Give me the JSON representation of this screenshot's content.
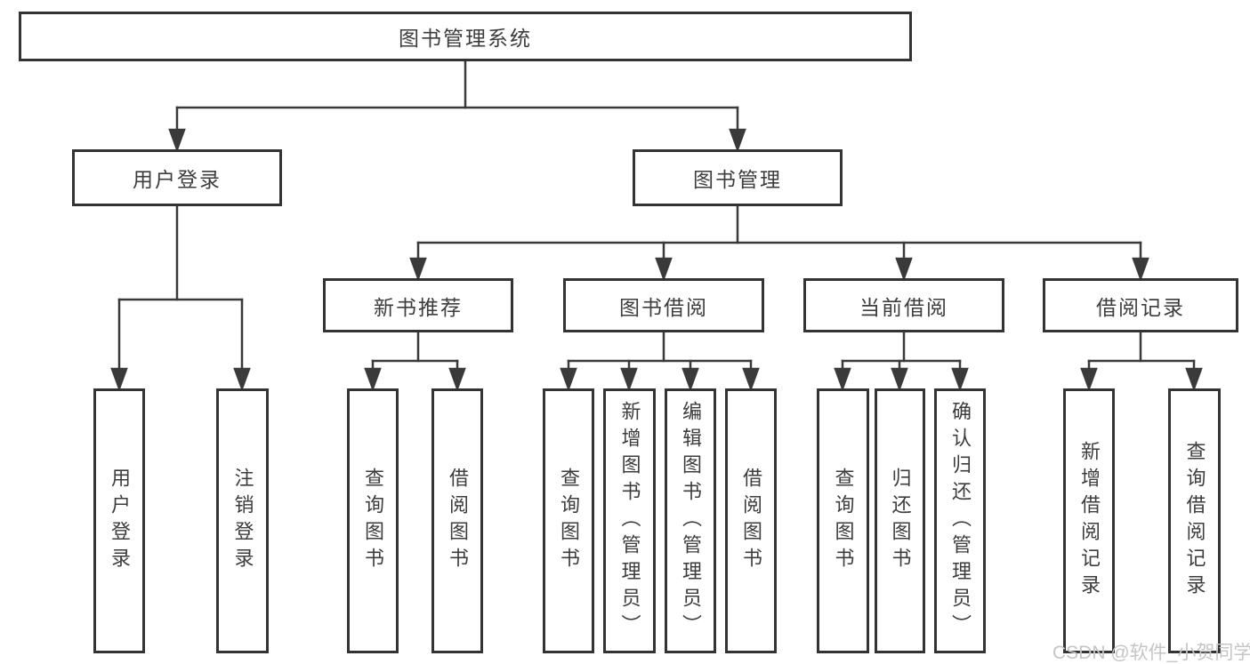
{
  "diagram": {
    "title": "图书管理系统",
    "tree": {
      "label": "图书管理系统",
      "children": [
        {
          "label": "用户登录",
          "children": [
            {
              "label": "用户登录"
            },
            {
              "label": "注销登录"
            }
          ]
        },
        {
          "label": "图书管理",
          "children": [
            {
              "label": "新书推荐",
              "children": [
                {
                  "label": "查询图书"
                },
                {
                  "label": "借阅图书"
                }
              ]
            },
            {
              "label": "图书借阅",
              "children": [
                {
                  "label": "查询图书"
                },
                {
                  "label": "新增图书（管理员）"
                },
                {
                  "label": "编辑图书（管理员）"
                },
                {
                  "label": "借阅图书"
                }
              ]
            },
            {
              "label": "当前借阅",
              "children": [
                {
                  "label": "查询图书"
                },
                {
                  "label": "归还图书"
                },
                {
                  "label": "确认归还（管理员）"
                }
              ]
            },
            {
              "label": "借阅记录",
              "children": [
                {
                  "label": "新增借阅记录"
                },
                {
                  "label": "查询借阅记录"
                }
              ]
            }
          ]
        }
      ]
    },
    "colors": {
      "line": "#3a3a3a",
      "border": "#333333",
      "text": "#3d3d3d",
      "watermark": "#c5c5c5",
      "background": "#ffffff"
    }
  },
  "watermark": {
    "text": "CSDN @软件_小贺同学"
  }
}
